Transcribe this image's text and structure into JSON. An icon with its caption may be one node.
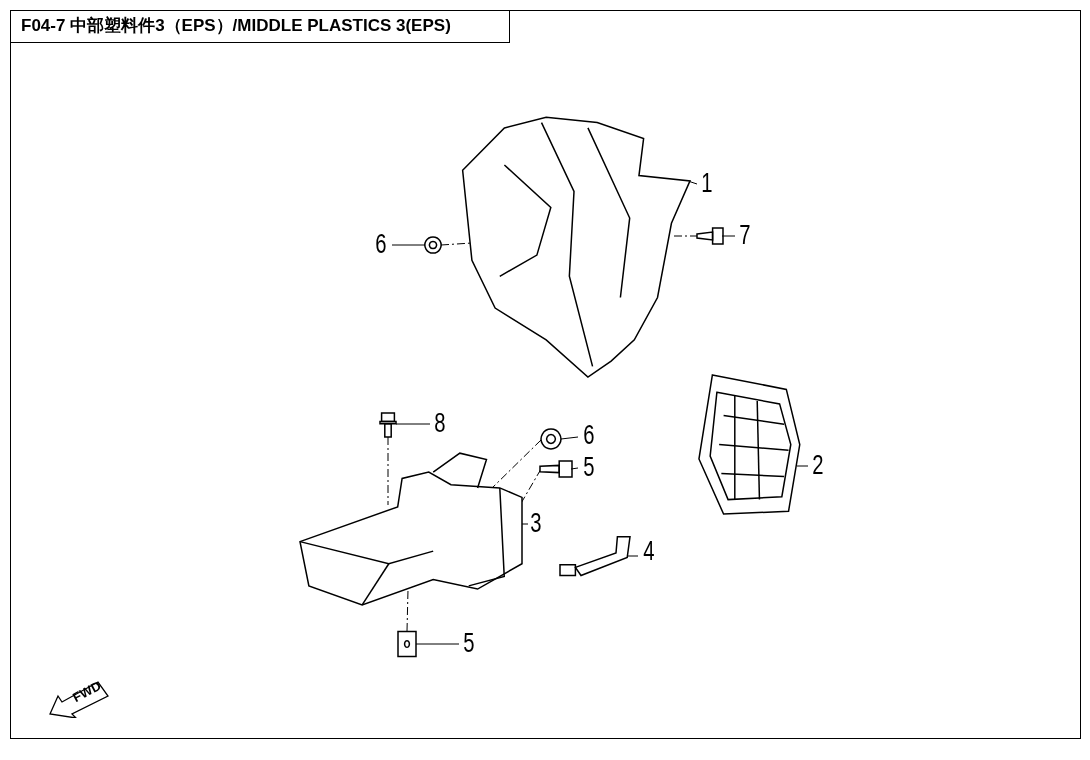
{
  "diagram": {
    "title": "F04-7 中部塑料件3（EPS）/MIDDLE PLASTICS 3(EPS)",
    "nodes": [
      {
        "text": [
          "1"
        ]
      },
      {
        "text": [],
        "shape": "picture"
      },
      {
        "text": [
          "6"
        ]
      },
      {
        "text": [],
        "shape": "picture"
      },
      {
        "text": [
          "7"
        ]
      },
      {
        "text": [],
        "shape": "picture"
      },
      {
        "text": [
          "8"
        ]
      },
      {
        "text": [],
        "shape": "picture"
      },
      {
        "text": [
          "6"
        ]
      },
      {
        "text": [],
        "shape": "picture"
      },
      {
        "text": [
          "5"
        ]
      },
      {
        "text": [],
        "shape": "picture"
      },
      {
        "text": [
          "2"
        ]
      },
      {
        "text": [],
        "shape": "picture"
      },
      {
        "text": [
          "3"
        ]
      },
      {
        "text": [],
        "shape": "picture"
      },
      {
        "text": [
          "4"
        ]
      },
      {
        "text": [],
        "shape": "picture"
      },
      {
        "text": [
          "5"
        ]
      },
      {
        "text": [],
        "shape": "picture"
      }
    ],
    "edges": [
      {
        "from": 0,
        "to": 1,
        "arrow": "none"
      },
      {
        "from": 2,
        "to": 3,
        "arrow": "none"
      },
      {
        "from": 4,
        "to": 5,
        "arrow": "none"
      },
      {
        "from": 6,
        "to": 7,
        "arrow": "none"
      },
      {
        "from": 8,
        "to": 9,
        "arrow": "none"
      },
      {
        "from": 10,
        "to": 11,
        "arrow": "none"
      },
      {
        "from": 12,
        "to": 13,
        "arrow": "none"
      },
      {
        "from": 14,
        "to": 15,
        "arrow": "none"
      },
      {
        "from": 16,
        "to": 17,
        "arrow": "none"
      },
      {
        "from": 18,
        "to": 19,
        "arrow": "none"
      },
      {
        "from": 3,
        "to": 1,
        "arrow": "none",
        "style": "dashed"
      },
      {
        "from": 5,
        "to": 1,
        "arrow": "none",
        "style": "dashed"
      },
      {
        "from": 7,
        "to": 15,
        "arrow": "none",
        "style": "dashed"
      },
      {
        "from": 9,
        "to": 15,
        "arrow": "none",
        "style": "dashed"
      },
      {
        "from": 11,
        "to": 15,
        "arrow": "none",
        "style": "dashed"
      },
      {
        "from": 19,
        "to": 15,
        "arrow": "none",
        "style": "dashed"
      }
    ],
    "labels": [
      "FWD"
    ]
  }
}
